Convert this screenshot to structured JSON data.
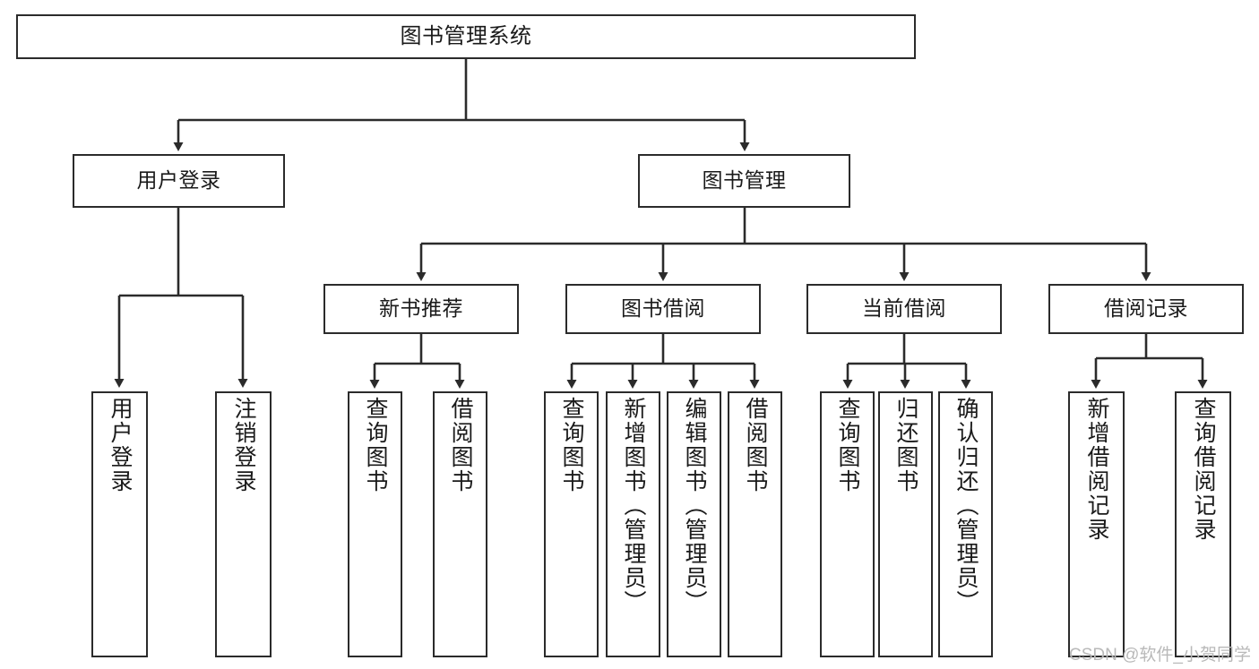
{
  "diagram": {
    "type": "tree",
    "title": "图书管理系统",
    "watermark": "CSDN @软件_小贺同学",
    "colors": {
      "stroke": "#2b2b2b",
      "fill": "#ffffff",
      "text": "#1a1a1a",
      "watermark": "#b9b9b9"
    },
    "nodes": {
      "root": {
        "label": "图书管理系统"
      },
      "level1": [
        {
          "label": "用户登录"
        },
        {
          "label": "图书管理"
        }
      ],
      "level2": [
        {
          "label": "新书推荐"
        },
        {
          "label": "图书借阅"
        },
        {
          "label": "当前借阅"
        },
        {
          "label": "借阅记录"
        }
      ],
      "leaves": {
        "user_login": [
          {
            "label": "用户登录"
          },
          {
            "label": "注销登录"
          }
        ],
        "new_book": [
          {
            "label": "查询图书"
          },
          {
            "label": "借阅图书"
          }
        ],
        "book_borrow": [
          {
            "label": "查询图书"
          },
          {
            "label": "新增图书（管理员）"
          },
          {
            "label": "编辑图书（管理员）"
          },
          {
            "label": "借阅图书"
          }
        ],
        "current_borrow": [
          {
            "label": "查询图书"
          },
          {
            "label": "归还图书"
          },
          {
            "label": "确认归还（管理员）"
          }
        ],
        "borrow_record": [
          {
            "label": "新增借阅记录"
          },
          {
            "label": "查询借阅记录"
          }
        ]
      }
    }
  }
}
